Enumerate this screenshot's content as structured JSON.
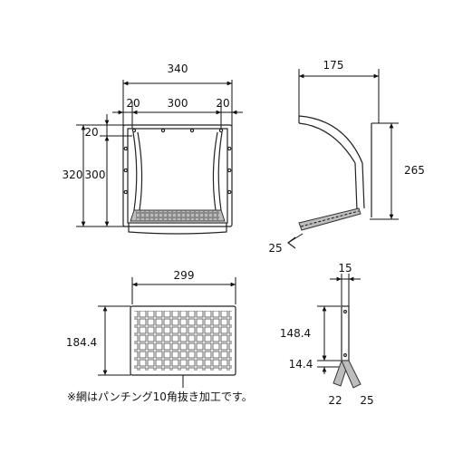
{
  "front_view": {
    "width_overall": "340",
    "width_left_margin": "20",
    "width_opening": "300",
    "width_right_margin": "20",
    "height_overall": "320",
    "height_top_margin": "20",
    "height_opening": "300"
  },
  "side_view": {
    "depth": "175",
    "height": "265",
    "angle": "25"
  },
  "mesh_view": {
    "width": "299",
    "height": "184.4"
  },
  "mesh_detail": {
    "thickness": "15",
    "length_a": "148.4",
    "length_b": "14.4",
    "angle_a": "22",
    "angle_b": "25"
  },
  "note": "※網はパンチング10角抜き加工です。"
}
